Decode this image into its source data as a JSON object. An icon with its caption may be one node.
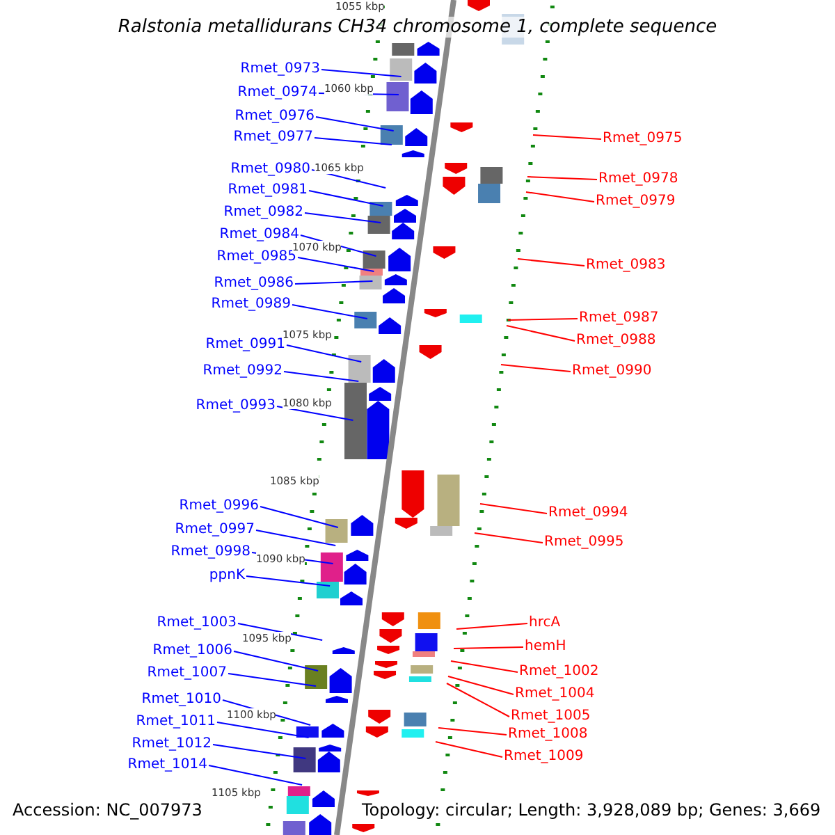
{
  "diagram": {
    "title": "Ralstonia metallidurans CH34 chromosome 1, complete sequence",
    "nodes": [
      {
        "text": [
          "Rmet_0973"
        ]
      },
      {
        "text": [
          "Rmet_0974"
        ]
      },
      {
        "text": [
          "Rmet_0976"
        ]
      },
      {
        "text": [
          "Rmet_0977"
        ]
      },
      {
        "text": [
          "Rmet_0980"
        ]
      },
      {
        "text": [
          "Rmet_0981"
        ]
      },
      {
        "text": [
          "Rmet_0982"
        ]
      },
      {
        "text": [
          "Rmet_0984"
        ]
      },
      {
        "text": [
          "Rmet_0985"
        ]
      },
      {
        "text": [
          "Rmet_0986"
        ]
      },
      {
        "text": [
          "Rmet_0989"
        ]
      },
      {
        "text": [
          "Rmet_0991"
        ]
      },
      {
        "text": [
          "Rmet_0992"
        ]
      },
      {
        "text": [
          "Rmet_0993"
        ]
      },
      {
        "text": [
          "Rmet_0996"
        ]
      },
      {
        "text": [
          "Rmet_0997"
        ]
      },
      {
        "text": [
          "Rmet_0998"
        ]
      },
      {
        "text": [
          "ppnK"
        ]
      },
      {
        "text": [
          "Rmet_1003"
        ]
      },
      {
        "text": [
          "Rmet_1006"
        ]
      },
      {
        "text": [
          "Rmet_1007"
        ]
      },
      {
        "text": [
          "Rmet_1010"
        ]
      },
      {
        "text": [
          "Rmet_1011"
        ]
      },
      {
        "text": [
          "Rmet_1012"
        ]
      },
      {
        "text": [
          "Rmet_1014"
        ]
      },
      {
        "text": [
          "Rmet_0975"
        ]
      },
      {
        "text": [
          "Rmet_0978"
        ]
      },
      {
        "text": [
          "Rmet_0979"
        ]
      },
      {
        "text": [
          "Rmet_0983"
        ]
      },
      {
        "text": [
          "Rmet_0987"
        ]
      },
      {
        "text": [
          "Rmet_0988"
        ]
      },
      {
        "text": [
          "Rmet_0990"
        ]
      },
      {
        "text": [
          "Rmet_0994"
        ]
      },
      {
        "text": [
          "Rmet_0995"
        ]
      },
      {
        "text": [
          "hrcA"
        ]
      },
      {
        "text": [
          "hemH"
        ]
      },
      {
        "text": [
          "Rmet_1002"
        ]
      },
      {
        "text": [
          "Rmet_1004"
        ]
      },
      {
        "text": [
          "Rmet_1005"
        ]
      },
      {
        "text": [
          "Rmet_1008"
        ]
      },
      {
        "text": [
          "Rmet_1009"
        ]
      }
    ],
    "edges": [
      {
        "from": 0,
        "to": null,
        "arrow": "none"
      },
      {
        "from": 1,
        "to": null,
        "arrow": "none"
      },
      {
        "from": 2,
        "to": null,
        "arrow": "none"
      },
      {
        "from": 3,
        "to": null,
        "arrow": "none"
      },
      {
        "from": 4,
        "to": null,
        "arrow": "none"
      },
      {
        "from": 5,
        "to": null,
        "arrow": "none"
      },
      {
        "from": 6,
        "to": null,
        "arrow": "none"
      },
      {
        "from": 7,
        "to": null,
        "arrow": "none"
      },
      {
        "from": 8,
        "to": null,
        "arrow": "none"
      },
      {
        "from": 9,
        "to": null,
        "arrow": "none"
      },
      {
        "from": 10,
        "to": null,
        "arrow": "none"
      },
      {
        "from": 11,
        "to": null,
        "arrow": "none"
      },
      {
        "from": 12,
        "to": null,
        "arrow": "none"
      },
      {
        "from": 13,
        "to": null,
        "arrow": "none"
      },
      {
        "from": 14,
        "to": null,
        "arrow": "none"
      },
      {
        "from": 15,
        "to": null,
        "arrow": "none"
      },
      {
        "from": 16,
        "to": null,
        "arrow": "none"
      },
      {
        "from": 17,
        "to": null,
        "arrow": "none"
      },
      {
        "from": 18,
        "to": null,
        "arrow": "none"
      },
      {
        "from": 19,
        "to": null,
        "arrow": "none"
      },
      {
        "from": 20,
        "to": null,
        "arrow": "none"
      },
      {
        "from": 21,
        "to": null,
        "arrow": "none"
      },
      {
        "from": 22,
        "to": null,
        "arrow": "none"
      },
      {
        "from": 23,
        "to": null,
        "arrow": "none"
      },
      {
        "from": 24,
        "to": null,
        "arrow": "none"
      },
      {
        "from": 25,
        "to": null,
        "arrow": "none",
        "color": "#ff0000"
      },
      {
        "from": 26,
        "to": null,
        "arrow": "none",
        "color": "#ff0000"
      },
      {
        "from": 27,
        "to": null,
        "arrow": "none",
        "color": "#ff0000"
      },
      {
        "from": 28,
        "to": null,
        "arrow": "none",
        "color": "#ff0000"
      },
      {
        "from": 29,
        "to": null,
        "arrow": "none",
        "color": "#ff0000"
      },
      {
        "from": 30,
        "to": null,
        "arrow": "none",
        "color": "#ff0000"
      },
      {
        "from": 31,
        "to": null,
        "arrow": "none",
        "color": "#ff0000"
      },
      {
        "from": 32,
        "to": null,
        "arrow": "none",
        "color": "#ff0000"
      },
      {
        "from": 33,
        "to": null,
        "arrow": "none",
        "color": "#ff0000"
      },
      {
        "from": 34,
        "to": null,
        "arrow": "none",
        "color": "#ff0000"
      },
      {
        "from": 35,
        "to": null,
        "arrow": "none",
        "color": "#ff0000"
      },
      {
        "from": 36,
        "to": null,
        "arrow": "none",
        "color": "#ff0000"
      },
      {
        "from": 37,
        "to": null,
        "arrow": "none",
        "color": "#ff0000"
      },
      {
        "from": 38,
        "to": null,
        "arrow": "none",
        "color": "#ff0000"
      },
      {
        "from": 39,
        "to": null,
        "arrow": "none",
        "color": "#ff0000"
      },
      {
        "from": 40,
        "to": null,
        "arrow": "none",
        "color": "#ff0000"
      }
    ],
    "labels": [
      "1055 kbp",
      "1060 kbp",
      "1065 kbp",
      "1070 kbp",
      "1075 kbp",
      "1080 kbp",
      "1085 kbp",
      "1090 kbp",
      "1095 kbp",
      "1100 kbp",
      "1105 kbp",
      "Accession: NC_007973",
      "Topology: circular; Length: 3,928,089 bp; Genes: 3,669"
    ]
  }
}
